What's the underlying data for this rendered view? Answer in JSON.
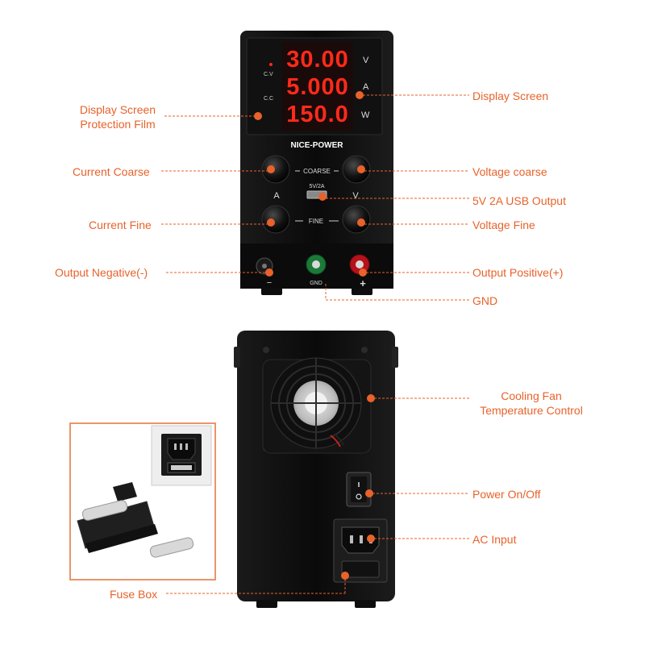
{
  "brand": "NICE-POWER",
  "accent_color": "#e8622a",
  "display": {
    "voltage": "30.00",
    "current": "5.000",
    "power": "150.0",
    "unit_voltage": "V",
    "unit_current": "A",
    "unit_power": "W",
    "mode_cv": "C.V",
    "mode_cc": "C.C",
    "color": "#ff2a1a"
  },
  "panel": {
    "coarse": "COARSE",
    "fine": "FINE",
    "usb_rating": "5V/2A",
    "knob_a": "A",
    "knob_v": "V",
    "gnd": "GND",
    "minus": "−",
    "plus": "+"
  },
  "callouts": {
    "display_film_line1": "Display Screen",
    "display_film_line2": "Protection Film",
    "display_screen": "Display Screen",
    "current_coarse": "Current Coarse",
    "voltage_coarse": "Voltage coarse",
    "usb_output": "5V 2A USB Output",
    "current_fine": "Current Fine",
    "voltage_fine": "Voltage Fine",
    "output_negative": "Output Negative(-)",
    "output_positive": "Output Positive(+)",
    "gnd": "GND",
    "cooling_fan_line1": "Cooling Fan",
    "cooling_fan_line2": "Temperature Control",
    "power_switch": "Power On/Off",
    "ac_input": "AC Input",
    "fuse_box": "Fuse Box"
  },
  "icons": [
    "knob-icon",
    "usb-port-icon",
    "banana-terminal-icon",
    "cooling-fan-icon",
    "rocker-switch-icon",
    "ac-socket-icon",
    "fuse-holder-icon"
  ]
}
